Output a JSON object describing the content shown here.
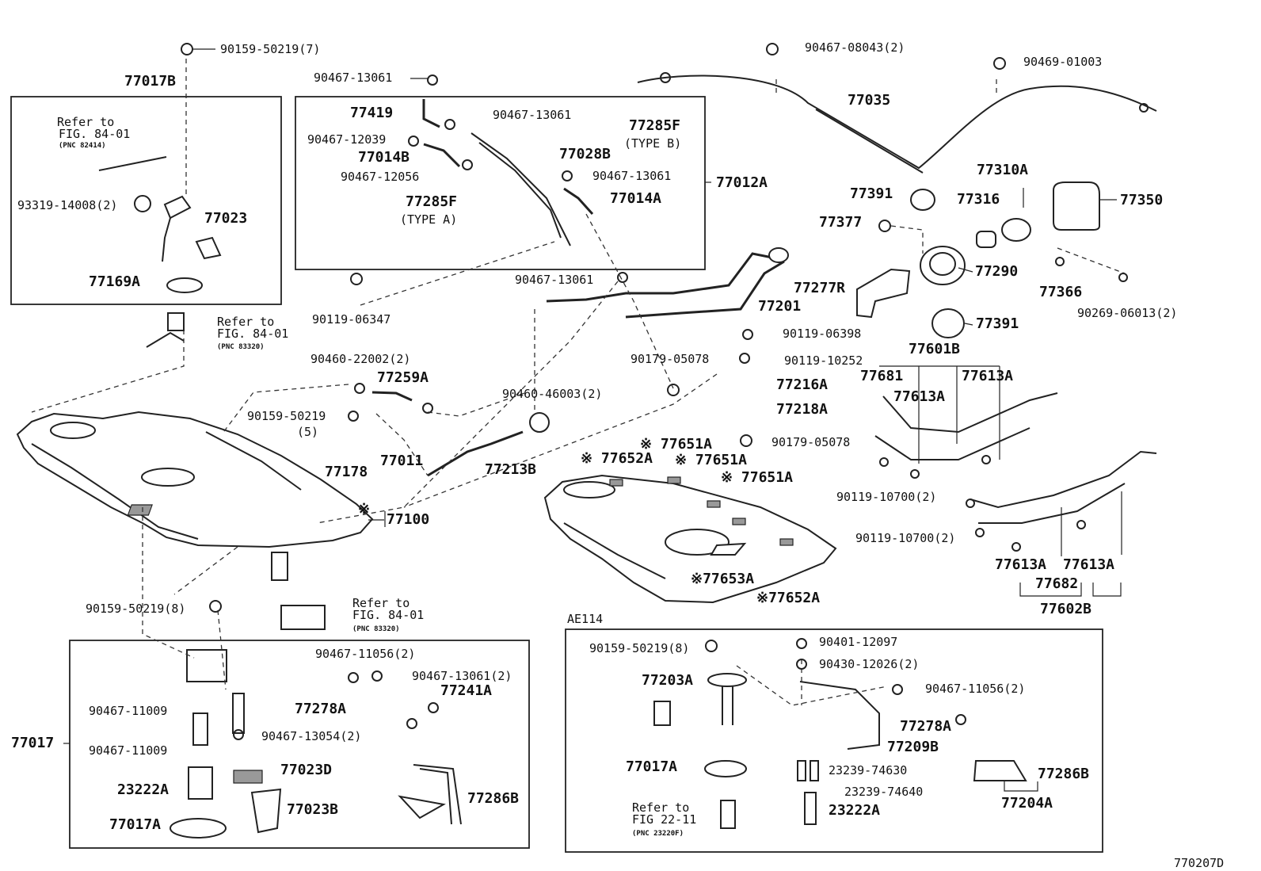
{
  "diagram": {
    "code": "770207D",
    "section": "AE114",
    "labels": {
      "p90159_50219_7": "90159-50219(7)",
      "p77017B": "77017B",
      "refer1": "Refer to",
      "fig1": "FIG. 84-01",
      "pnc1": "(PNC 82414)",
      "p93319": "93319-14008(2)",
      "p77023": "77023",
      "p77169A": "77169A",
      "refer2": "Refer to",
      "fig2": "FIG. 84-01",
      "pnc2": "(PNC 83320)",
      "p90467_13061_a": "90467-13061",
      "p77419": "77419",
      "p90467_13061_b": "90467-13061",
      "p77285F_b": "77285F",
      "typeB": "(TYPE B)",
      "p90467_12039": "90467-12039",
      "p77028B": "77028B",
      "p77014B": "77014B",
      "p90467_12056": "90467-12056",
      "p90467_13061_c": "90467-13061",
      "p77012A": "77012A",
      "p77285F_a": "77285F",
      "typeA": "(TYPE A)",
      "p77014A": "77014A",
      "p90119_06347": "90119-06347",
      "p90467_13061_d": "90467-13061",
      "p90467_08043": "90467-08043(2)",
      "p90469_01003": "90469-01003",
      "p77035": "77035",
      "p77310A": "77310A",
      "p77391_a": "77391",
      "p77316": "77316",
      "p77350": "77350",
      "p77377": "77377",
      "p77277R": "77277R",
      "p77290": "77290",
      "p77201": "77201",
      "p77366": "77366",
      "p90269": "90269-06013(2)",
      "p77391_b": "77391",
      "p90119_06398": "90119-06398",
      "p77601B": "77601B",
      "p90179_05078_a": "90179-05078",
      "p90119_10252": "90119-10252",
      "p77216A": "77216A",
      "p77218A": "77218A",
      "p90179_05078_b": "90179-05078",
      "p77681": "77681",
      "p77613A_a": "77613A",
      "p77613A_b": "77613A",
      "p90460_22002": "90460-22002(2)",
      "p77259A": "77259A",
      "p90460_46003": "90460-46003(2)",
      "p90159_50219_5": "90159-50219",
      "p5": "(5)",
      "p77011": "77011",
      "p77213B": "77213B",
      "p77178": "77178",
      "p77100": "77100",
      "p77651A_a": "※ 77651A",
      "p77652A_a": "※ 77652A",
      "p77651A_b": "※ 77651A",
      "p77651A_c": "※ 77651A",
      "p77653A": "※77653A",
      "p77652A_b": "※77652A",
      "star": "※",
      "p90119_10700_a": "90119-10700(2)",
      "p90119_10700_b": "90119-10700(2)",
      "p77613A_c": "77613A",
      "p77613A_d": "77613A",
      "p77682": "77682",
      "p77602B": "77602B",
      "p90159_50219_8a": "90159-50219(8)",
      "refer3": "Refer to",
      "fig3": "FIG. 84-01",
      "pnc3": "(PNC 83320)",
      "p90467_11056_a": "90467-11056(2)",
      "p90467_13061_2": "90467-13061(2)",
      "p77278A_a": "77278A",
      "p77241A": "77241A",
      "p90467_11009_a": "90467-11009",
      "p90467_13054": "90467-13054(2)",
      "p77017": "77017",
      "p90467_11009_b": "90467-11009",
      "p77023D": "77023D",
      "p23222A_a": "23222A",
      "p77286B_a": "77286B",
      "p77023B": "77023B",
      "p77017A_a": "77017A",
      "p90159_50219_8b": "90159-50219(8)",
      "p90401": "90401-12097",
      "p90430": "90430-12026(2)",
      "p77203A": "77203A",
      "p90467_11056_b": "90467-11056(2)",
      "p77278A_b": "77278A",
      "p77209B": "77209B",
      "p77286B_b": "77286B",
      "p77017A_b": "77017A",
      "p23239_74630": "23239-74630",
      "p23239_74640": "23239-74640",
      "p23222A_b": "23222A",
      "p77204A": "77204A",
      "refer4": "Refer to",
      "fig4": "FIG 22-11",
      "pnc4": "(PNC 23220F)"
    }
  }
}
